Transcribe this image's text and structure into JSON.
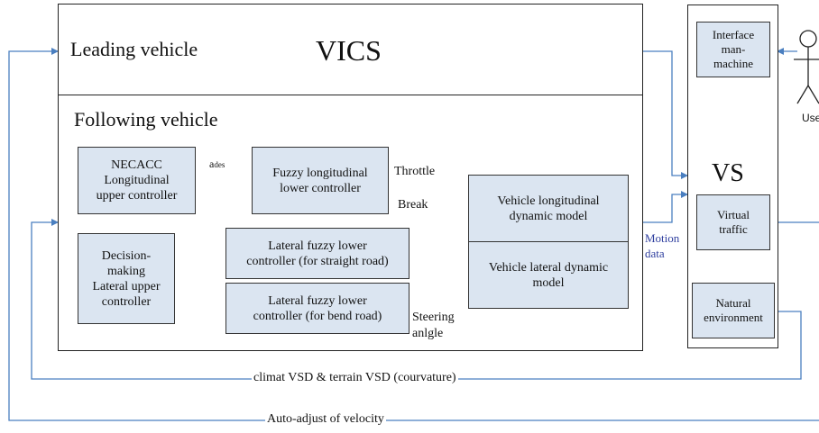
{
  "vics": {
    "title": "VICS",
    "leading_label": "Leading vehicle",
    "following_label": "Following vehicle"
  },
  "blocks": {
    "necacc": "NECACC\nLongitudinal\nupper controller",
    "fuzzy_long": "Fuzzy longitudinal\nlower controller",
    "veh_long": "Vehicle longitudinal\ndynamic model",
    "veh_lat": "Vehicle lateral dynamic\nmodel",
    "decision": "Decision-\nmaking\nLateral upper\ncontroller",
    "lat_straight": "Lateral fuzzy lower\ncontroller (for straight road)",
    "lat_bend": "Lateral fuzzy lower\ncontroller (for bend road)"
  },
  "signals": {
    "ades": "a",
    "ades_sub": "des",
    "throttle": "Throttle",
    "break": "Break",
    "steering": "Steering\nanlgle",
    "motion": "Motion\ndata"
  },
  "vs": {
    "title": "VS",
    "interface": "Interface\nman-\nmachine",
    "virtual_traffic": "Virtual\ntraffic",
    "natural_env": "Natural\nenvironment"
  },
  "user_label": "Use",
  "feedback": {
    "climat": "climat VSD & terrain VSD (courvature)",
    "auto": "Auto-adjust of velocity"
  },
  "colors": {
    "block_fill": "#dbe5f1",
    "line_blue": "#4a7fc0",
    "text_blue": "#2f3f9f"
  }
}
